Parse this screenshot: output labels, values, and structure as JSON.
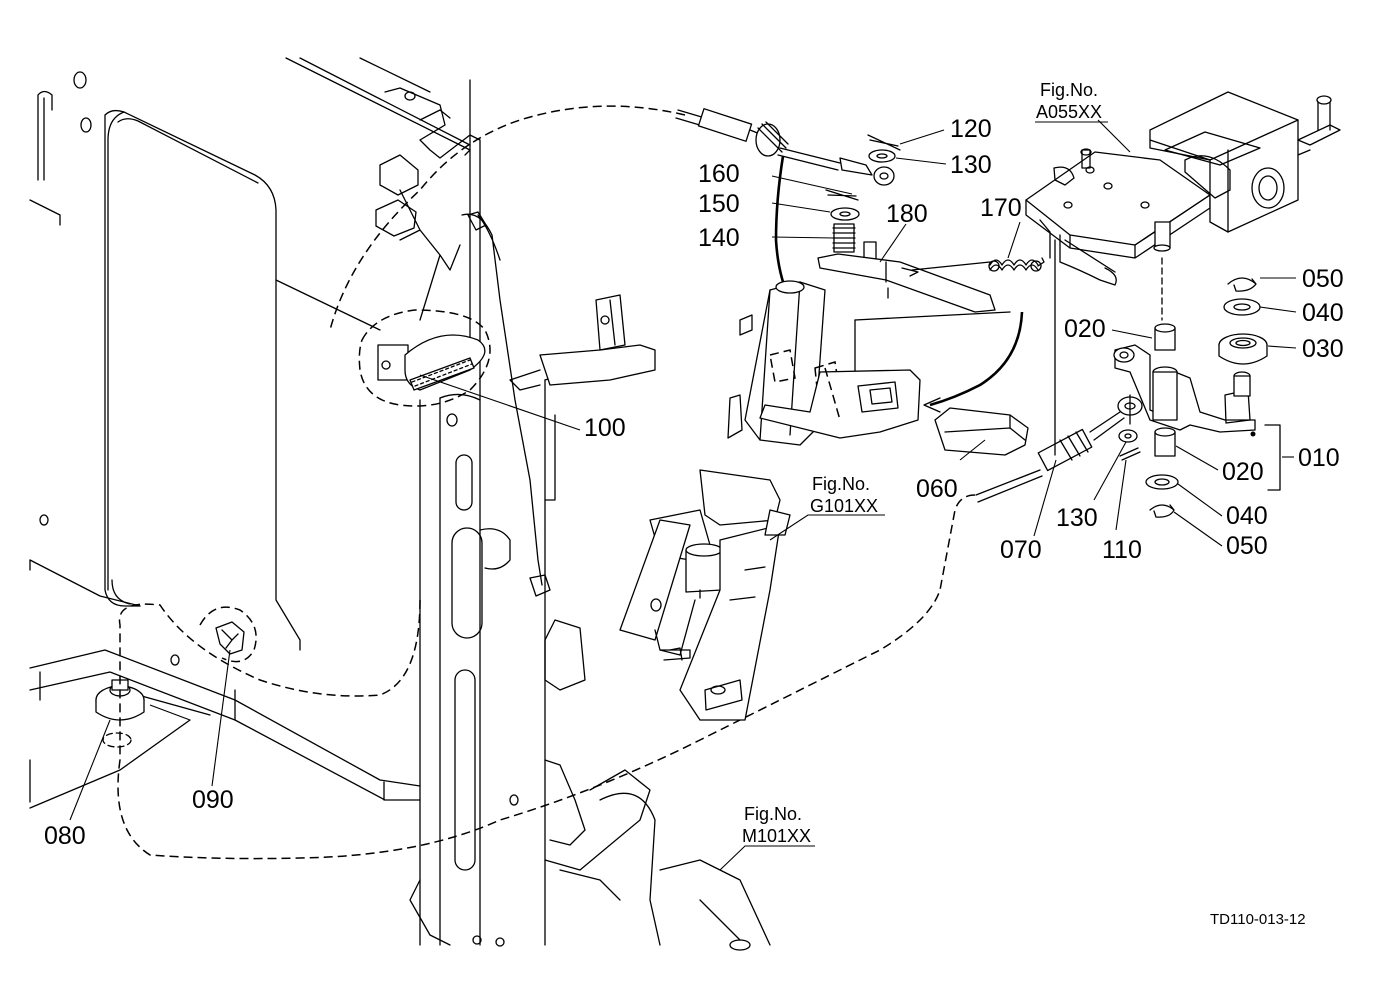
{
  "diagram": {
    "drawing_code": "TD110-013-12",
    "figure_refs": [
      {
        "caption": "Fig.No.",
        "ref": "A055XX"
      },
      {
        "caption": "Fig.No.",
        "ref": "G101XX"
      },
      {
        "caption": "Fig.No.",
        "ref": "M101XX"
      }
    ],
    "part_labels": {
      "p120": "120",
      "p130a": "130",
      "p160": "160",
      "p150": "150",
      "p140": "140",
      "p180": "180",
      "p170": "170",
      "p050a": "050",
      "p040a": "040",
      "p030": "030",
      "p020a": "020",
      "p010": "010",
      "p020b": "020",
      "p040b": "040",
      "p050b": "050",
      "p060": "060",
      "p070": "070",
      "p130b": "130",
      "p110": "110",
      "p100": "100",
      "p090": "090",
      "p080": "080"
    }
  }
}
